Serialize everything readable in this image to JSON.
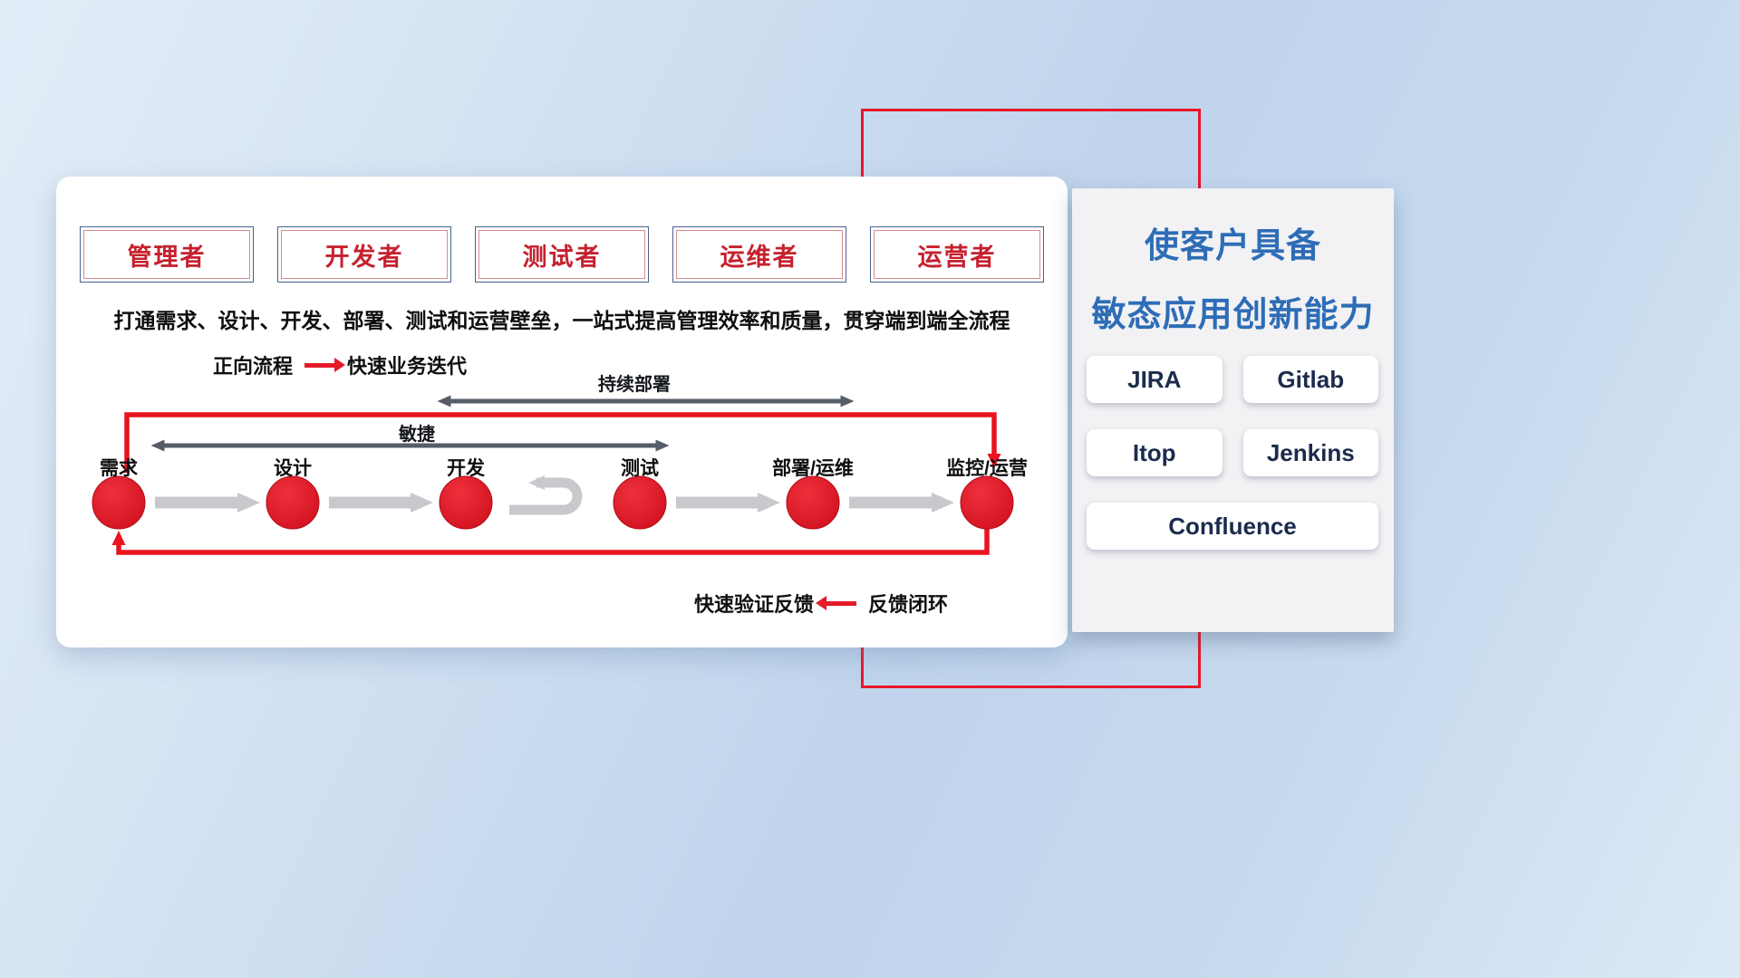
{
  "roles": [
    "管理者",
    "开发者",
    "测试者",
    "运维者",
    "运营者"
  ],
  "subtitle": "打通需求、设计、开发、部署、测试和运营壁垒，一站式提高管理效率和质量，贯穿端到端全流程",
  "legend_forward": {
    "label": "正向流程",
    "desc": "快速业务迭代"
  },
  "legend_feedback": {
    "desc": "快速验证反馈",
    "label": "反馈闭环"
  },
  "flow": {
    "stages": [
      {
        "label": "需求"
      },
      {
        "label": "设计"
      },
      {
        "label": "开发"
      },
      {
        "label": "测试"
      },
      {
        "label": "部署/运维"
      },
      {
        "label": "监控/运营"
      }
    ],
    "agile_label": "敏捷",
    "cd_label": "持续部署"
  },
  "panel": {
    "title_line1": "使客户具备",
    "title_line2": "敏态应用创新能力",
    "tools": [
      "JIRA",
      "Gitlab",
      "Itop",
      "Jenkins",
      "Confluence"
    ]
  },
  "colors": {
    "accent_red": "#e8141f",
    "title_blue": "#2e6db6",
    "dark_arrow": "#565d68",
    "gray_arrow": "#c7c9cc"
  }
}
